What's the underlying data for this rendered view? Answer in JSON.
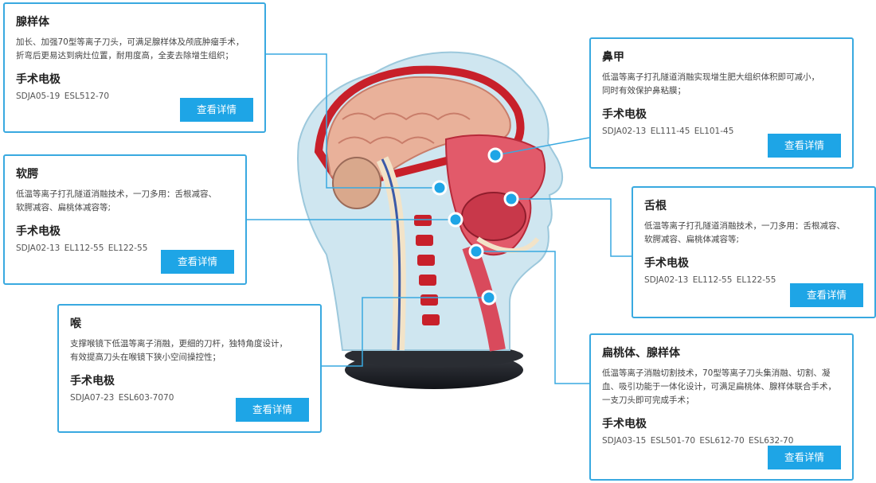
{
  "accent_color": "#39a9e0",
  "button_color": "#1ea5e6",
  "figure": "head-sagittal-section-anatomical-model",
  "cards": [
    {
      "title": "腺样体",
      "desc_lines": [
        "加长、加强70型等离子刀头，可满足腺样体及颅底肿瘤手术，",
        "折弯后更易达到病灶位置，耐用度高，全麦去除增生组织；"
      ],
      "electrode_label": "手术电极",
      "codes": "SDJA05-19  ESL512-70",
      "button": "查看详情"
    },
    {
      "title": "软腭",
      "desc_lines": [
        "低温等离子打孔隧道消融技术，一刀多用：舌根减容、",
        "软腭减容、扁桃体减容等;"
      ],
      "electrode_label": "手术电极",
      "codes": "SDJA02-13  EL112-55 EL122-55",
      "button": "查看详情"
    },
    {
      "title": "喉",
      "desc_lines": [
        "支撑喉镜下低温等离子消融，更细的刀杆，独特角度设计，",
        "有效提高刀头在喉镜下狭小空间操控性；"
      ],
      "electrode_label": "手术电极",
      "codes": "SDJA07-23  ESL603-7070",
      "button": "查看详情"
    },
    {
      "title": "鼻甲",
      "desc_lines": [
        "低温等离子打孔隧道消融实现增生肥大组织体积即可减小，",
        "同时有效保护鼻粘膜；"
      ],
      "electrode_label": "手术电极",
      "codes": "SDJA02-13  EL111-45 EL101-45",
      "button": "查看详情"
    },
    {
      "title": "舌根",
      "desc_lines": [
        "低温等离子打孔隧道消融技术，一刀多用：舌根减容、",
        "软腭减容、扁桃体减容等;"
      ],
      "electrode_label": "手术电极",
      "codes": "SDJA02-13  EL112-55 EL122-55",
      "button": "查看详情"
    },
    {
      "title": "扁桃体、腺样体",
      "desc_lines": [
        "低温等离子消融切割技术，70型等离子刀头集消融、切割、凝",
        "血、吸引功能于一体化设计，可满足扁桃体、腺样体联合手术，",
        "一支刀头即可完成手术；"
      ],
      "electrode_label": "手术电极",
      "codes": "SDJA03-15  ESL501-70  ESL612-70 ESL632-70",
      "button": "查看详情"
    }
  ]
}
